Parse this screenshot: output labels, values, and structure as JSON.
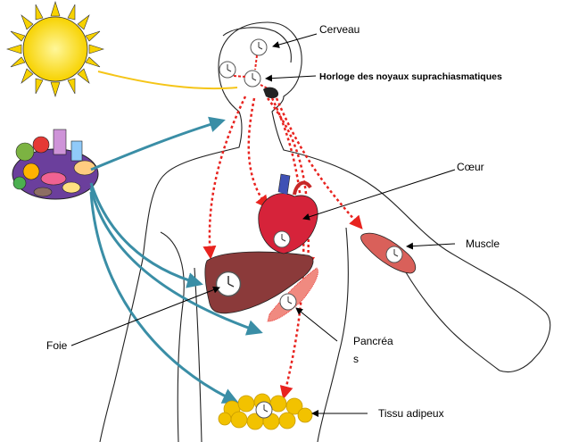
{
  "labels": {
    "brain": "Cerveau",
    "scn": "Horloge des noyaux suprachiasmatiques",
    "heart": "Cœur",
    "muscle": "Muscle",
    "liver": "Foie",
    "pancreas_line1": "Pancréa",
    "pancreas_line2": "s",
    "adipose": "Tissu adipeux"
  },
  "colors": {
    "light_signal": "#f5c518",
    "food_signal": "#3a8ea6",
    "clock_signal": "#e8231f",
    "liver": "#8b3a3a",
    "pancreas": "#f08a80",
    "fat": "#f2c200",
    "heart": "#d6233a",
    "muscle": "#d9605a"
  },
  "icons": [
    "sun-icon",
    "food-basket-icon",
    "clock-icon"
  ]
}
